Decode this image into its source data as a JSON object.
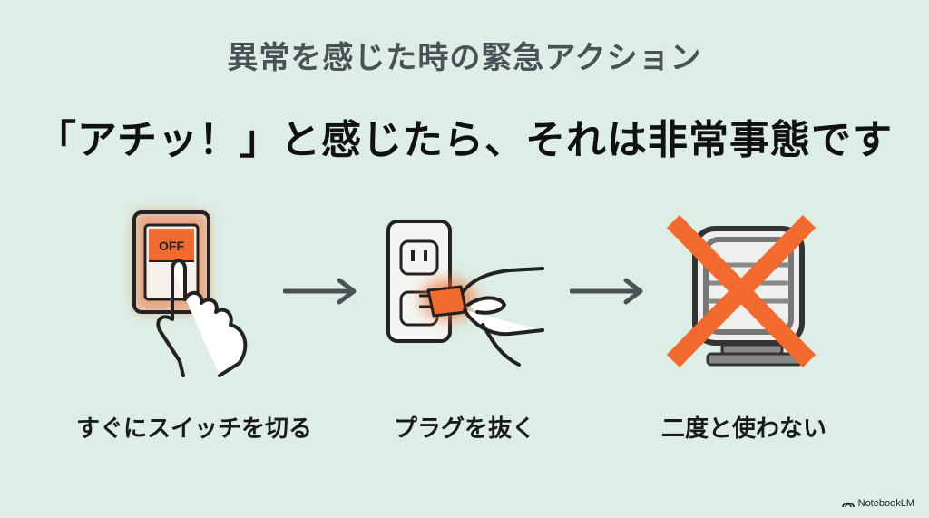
{
  "subtitle": "異常を感じた時の緊急アクション",
  "headline": "「アチッ！」と感じたら、それは非常事態です",
  "steps": [
    {
      "label": "すぐにスイッチを切る",
      "icon": "switch-off-hand-icon",
      "switch_text": "OFF"
    },
    {
      "label": "プラグを抜く",
      "icon": "unplug-hand-icon"
    },
    {
      "label": "二度と使わない",
      "icon": "heater-crossed-out-icon"
    }
  ],
  "arrows": [
    "arrow-right-icon",
    "arrow-right-icon"
  ],
  "brand": {
    "text": "NotebookLM",
    "icon": "notebooklm-logo-icon"
  },
  "colors": {
    "background": "#dceee5",
    "accent": "#f26a2e",
    "icon_stroke": "#222222",
    "subtitle": "#4b5257"
  }
}
